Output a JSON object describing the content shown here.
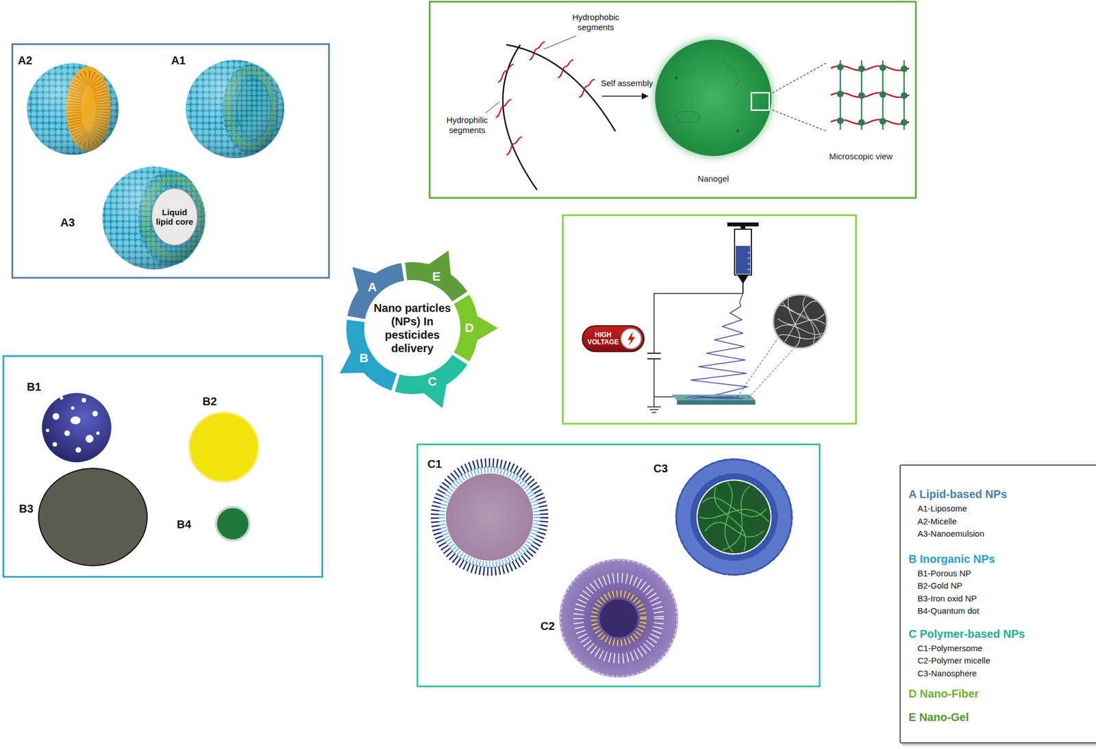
{
  "diagram": {
    "nodes": [
      {
        "text": [
          "Nanogel"
        ]
      },
      {
        "text": [
          "Microscopic view"
        ]
      },
      {
        "text": [
          "Liquid lipid core"
        ]
      },
      {
        "text": [
          "Nano particles (NPs) In pesticides delivery"
        ]
      },
      {
        "text": [
          "A"
        ]
      },
      {
        "text": [
          "E"
        ]
      },
      {
        "text": [
          "D"
        ]
      },
      {
        "text": [
          "B"
        ]
      },
      {
        "text": [
          "C"
        ]
      },
      {
        "text": [
          "HIGH VOLTAGE"
        ]
      },
      {
        "text": [
          "A Lipid-based NPs",
          "A1-Liposome",
          "A2-Micelle",
          "A3-Nanoemulsion",
          "B Inorganic NPs",
          "B1-Porous NP",
          "B2-Gold NP",
          "B3-Iron oxid NP",
          "B4-Quantum dot",
          "C Polymer-based NPs",
          "C1-Polymersome",
          "C2-Polymer micelle",
          "C3-Nanosphere",
          "D Nano-Fiber",
          "E Nano-Gel"
        ]
      }
    ],
    "edges": [
      {
        "from": 0,
        "to": 1,
        "arrow": "none"
      }
    ],
    "labels": [
      "A2",
      "A1",
      "Hydrophobic segments",
      "Self assembly",
      "Hydrophilic segments",
      "A3",
      "B1",
      "B2",
      "B3",
      "B4",
      "C1",
      "C3",
      "C2"
    ]
  }
}
